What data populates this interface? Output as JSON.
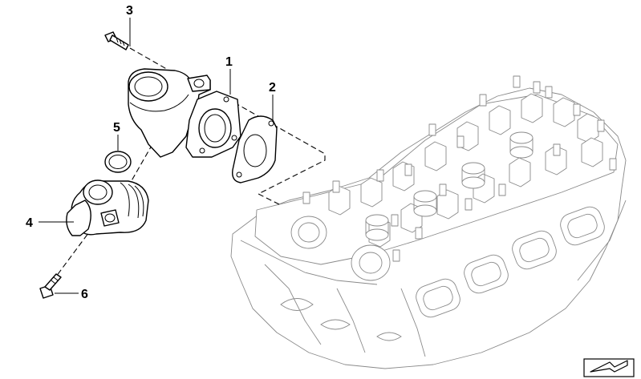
{
  "callouts": [
    {
      "id": "1",
      "label": "1"
    },
    {
      "id": "2",
      "label": "2"
    },
    {
      "id": "3",
      "label": "3"
    },
    {
      "id": "4",
      "label": "4"
    },
    {
      "id": "5",
      "label": "5"
    },
    {
      "id": "6",
      "label": "6"
    }
  ],
  "icons": {
    "corner_symbol": "folded-arrow-icon"
  }
}
